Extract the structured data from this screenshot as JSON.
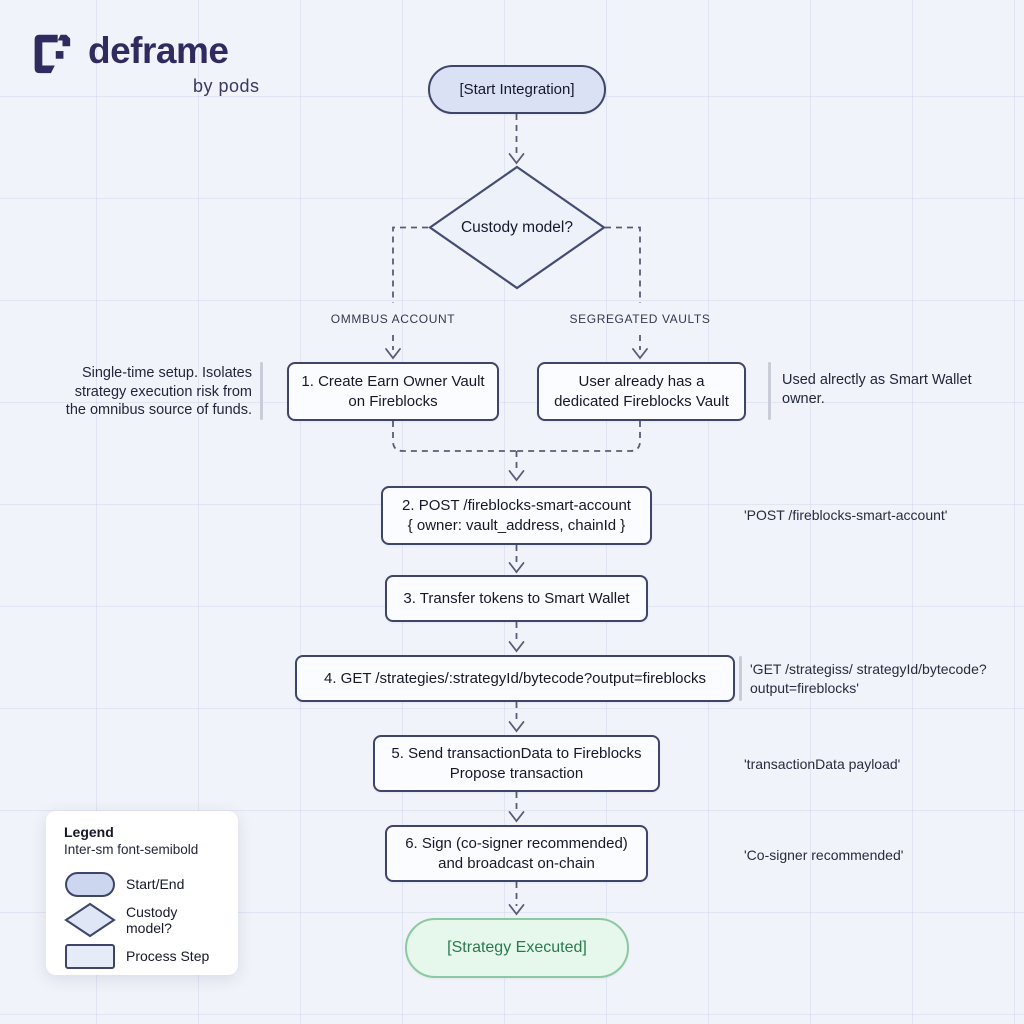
{
  "logo": {
    "name": "deframe",
    "byline": "by pods"
  },
  "flow": {
    "start": {
      "label": "[Start Integration]"
    },
    "decision": {
      "label": "Custody model?"
    },
    "branches": {
      "left_label": "OMMBUS ACCOUNT",
      "right_label": "SEGREGATED VAULTS"
    },
    "step1": {
      "line1": "1. Create Earn Owner Vault",
      "line2": "on Fireblocks"
    },
    "user_vault": {
      "line1": "User already has a",
      "line2": "dedicated Fireblocks Vault"
    },
    "step2": {
      "line1": "2. POST /fireblocks-smart-account",
      "line2": "{ owner: vault_address, chainId }"
    },
    "step3": {
      "line1": "3. Transfer tokens to Smart Wallet"
    },
    "step4": {
      "line1": "4. GET /strategies/:strategyId/bytecode?output=fireblocks"
    },
    "step5": {
      "line1": "5. Send transactionData to Fireblocks",
      "line2": "Propose transaction"
    },
    "step6": {
      "line1": "6. Sign (co-signer recommended)",
      "line2": "and broadcast on-chain"
    },
    "end": {
      "label": "[Strategy Executed]"
    }
  },
  "notes": {
    "omnibus": {
      "line1": "Single-time setup. Isolates",
      "line2": "strategy execution risk from",
      "line3": "the omnibus source of funds."
    },
    "segregated": {
      "line1": "Used alrectly as Smart Wallet",
      "line2": "owner."
    },
    "post_endpoint": "'POST /fireblocks-smart-account'",
    "get_endpoint_line1": "'GET /strategiss/ strategyId/bytecode?",
    "get_endpoint_line2": "output=fireblocks'",
    "txdata": "'transactionData payload'",
    "cosigner": "'Co-signer recommended'"
  },
  "legend": {
    "title": "Legend",
    "subtitle": "Inter-sm font-semibold",
    "items": [
      {
        "shape": "pill",
        "label": "Start/End"
      },
      {
        "shape": "diamond",
        "label": "Custody model?"
      },
      {
        "shape": "rect",
        "label": "Process Step"
      }
    ]
  },
  "colors": {
    "background": "#f1f3fa",
    "node_border": "#3e4569",
    "node_fill": "#fbfcff",
    "start_fill": "#dbe1f5",
    "end_fill": "#e6f7eb",
    "end_border": "#8cc9a0",
    "end_text": "#2b7a4e",
    "connector": "#575d76",
    "logo_navy": "#2e2b5f"
  }
}
